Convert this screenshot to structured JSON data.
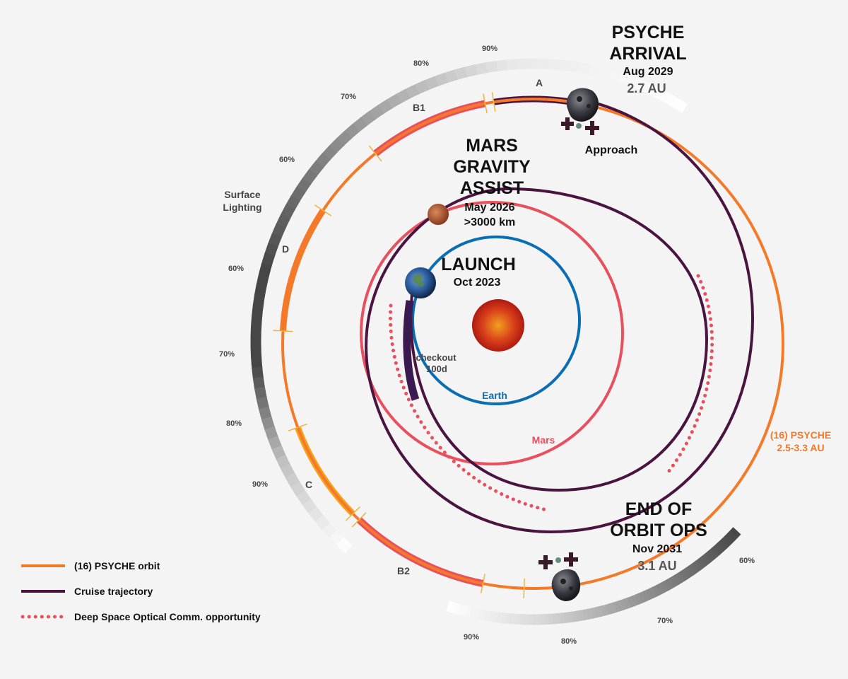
{
  "colors": {
    "psyche_orbit": "#f47a2a",
    "cruise": "#4a1440",
    "dsoc": "#e8505e",
    "earth_orbit": "#0a6eb4",
    "mars_orbit": "#e8505e",
    "segment_pink": "#e8505e",
    "segment_yellow": "#f7a21b",
    "tick": "#f2b33d"
  },
  "events": {
    "arrival": {
      "title1": "PSYCHE",
      "title2": "ARRIVAL",
      "date": "Aug 2029",
      "distance": "2.7 AU"
    },
    "mars": {
      "title1": "MARS",
      "title2": "GRAVITY",
      "title3": "ASSIST",
      "date": "May 2026",
      "distance": ">3000 km"
    },
    "launch": {
      "title": "LAUNCH",
      "date": "Oct 2023"
    },
    "end": {
      "title1": "END OF",
      "title2": "ORBIT OPS",
      "date": "Nov 2031",
      "distance": "3.1 AU"
    },
    "approach": "Approach",
    "checkout1": "checkout",
    "checkout2": "100d"
  },
  "orbit_labels": {
    "earth": "Earth",
    "mars": "Mars",
    "psyche1": "(16) PSYCHE",
    "psyche2": "2.5-3.3 AU"
  },
  "surface_lighting": {
    "line1": "Surface",
    "line2": "Lighting"
  },
  "segments": [
    "A",
    "B1",
    "D",
    "C",
    "B2"
  ],
  "percent_labels": [
    "90%",
    "80%",
    "70%",
    "60%",
    "60%",
    "70%",
    "80%",
    "90%",
    "90%",
    "80%",
    "70%",
    "60%"
  ],
  "legend": [
    {
      "label": "(16) PSYCHE orbit",
      "style": "solid",
      "color": "#f47a2a"
    },
    {
      "label": "Cruise trajectory",
      "style": "solid",
      "color": "#4a1440"
    },
    {
      "label": "Deep Space Optical Comm. opportunity",
      "style": "dotted",
      "color": "#e8505e"
    }
  ]
}
